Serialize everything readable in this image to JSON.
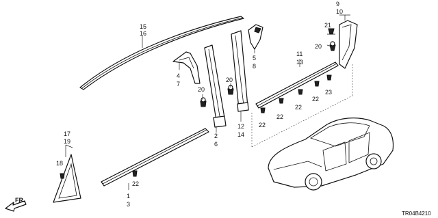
{
  "callouts": {
    "c15": "15",
    "c16": "16",
    "c4": "4",
    "c7": "7",
    "c20a": "20",
    "c2": "2",
    "c6": "6",
    "c20b": "20",
    "c12": "12",
    "c14": "14",
    "c5": "5",
    "c8": "8",
    "c9": "9",
    "c10": "10",
    "c21": "21",
    "c20c": "20",
    "c11": "11",
    "c13": "13",
    "c23": "23",
    "c22a": "22",
    "c22b": "22",
    "c22c": "22",
    "c22d": "22",
    "c17": "17",
    "c19": "19",
    "c18": "18",
    "c1": "1",
    "c3": "3",
    "c22e": "22"
  },
  "direction_label": "FR.",
  "diagram_code": "TR04B4210"
}
